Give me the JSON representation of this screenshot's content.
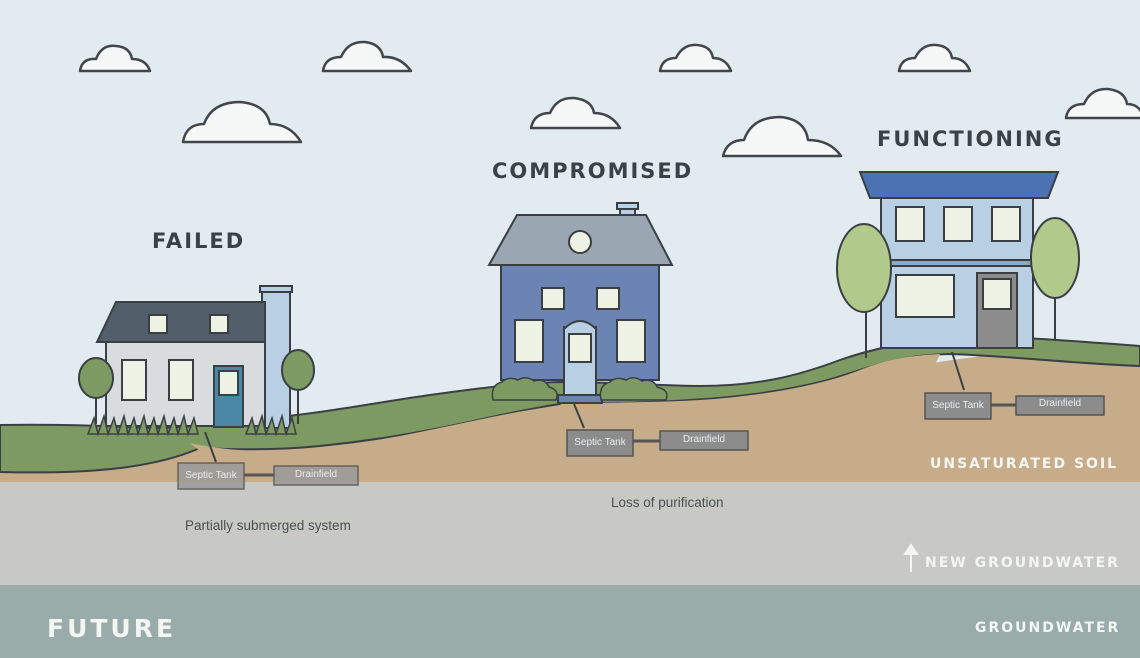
{
  "titles": {
    "failed": "FAILED",
    "compromised": "COMPROMISED",
    "functioning": "FUNCTIONING"
  },
  "descriptions": {
    "failed": "Partially submerged system",
    "compromised": "Loss of purification"
  },
  "system_labels": {
    "septic_tank": "Septic Tank",
    "drainfield": "Drainfield"
  },
  "layers": {
    "unsaturated_soil": "UNSATURATED SOIL",
    "new_groundwater": "NEW GROUNDWATER",
    "groundwater": "GROUNDWATER"
  },
  "footer": {
    "label": "FUTURE"
  },
  "colors": {
    "sky": "#e2ebef",
    "grass": "#7d9a62",
    "soil": "#c7ac8a",
    "new_groundwater": "#c8c9c5",
    "groundwater": "#99acaa",
    "house_failed": "#d9dcdf",
    "house_compromised": "#6c84b4",
    "house_functioning": "#b9cfe4",
    "roof_dark": "#525e6a",
    "window": "#eef2e4",
    "tank": "#8c8c8c",
    "outline": "#3a3f44"
  }
}
